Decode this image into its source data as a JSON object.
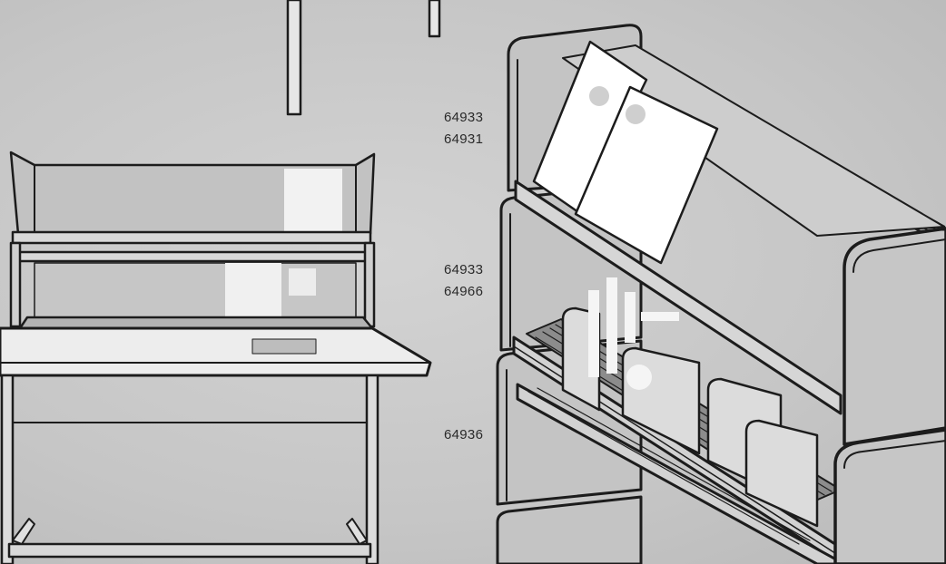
{
  "labels": {
    "upper_shelf": [
      "64933",
      "64931"
    ],
    "middle_shelf": [
      "64933",
      "64966"
    ],
    "lower_shelf": [
      "64936"
    ]
  },
  "colors": {
    "background": "#c9c9c9",
    "line": "#1c1c1c",
    "panel_fill": "#bdbdbd",
    "highlight": "#f2f2f2"
  }
}
